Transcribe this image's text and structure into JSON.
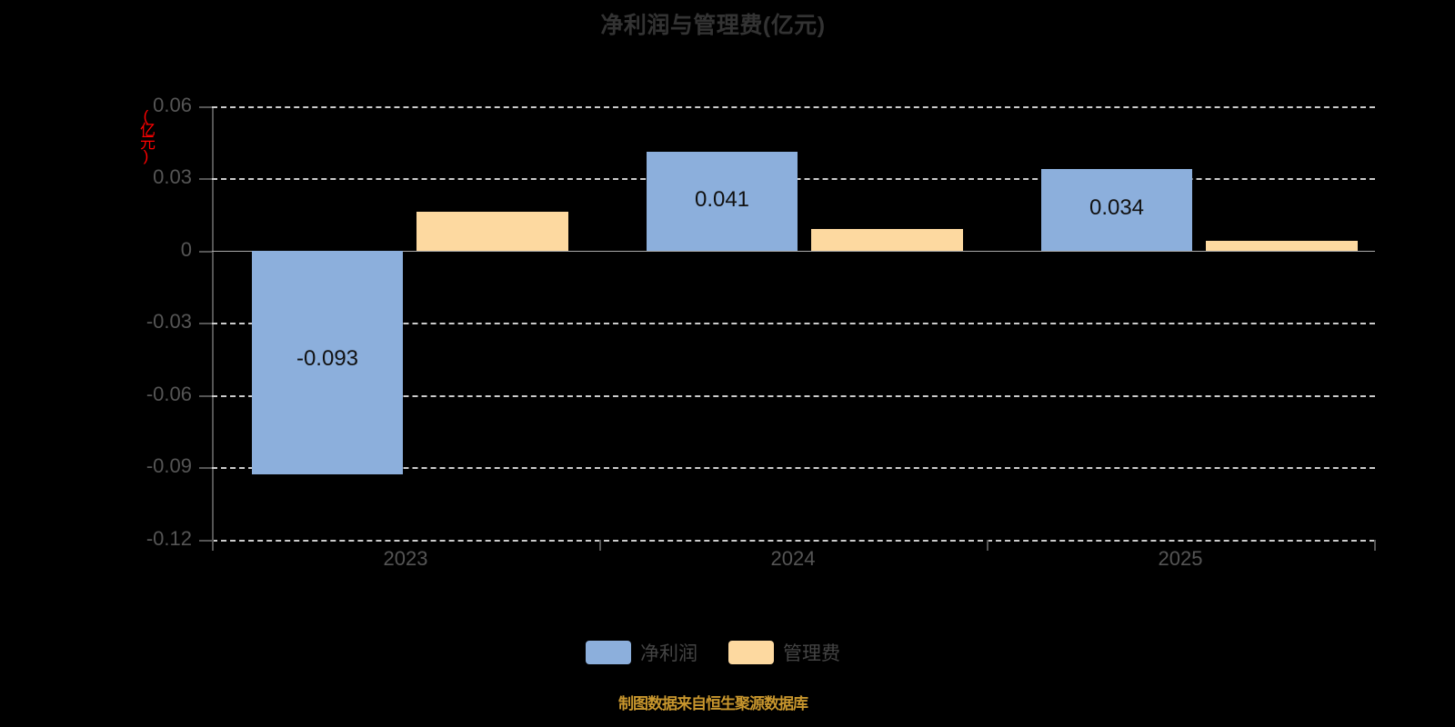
{
  "chart_data": {
    "type": "bar",
    "title": "净利润与管理费(亿元)",
    "xlabel": "",
    "ylabel": "(亿元)",
    "ylim": [
      -0.12,
      0.06
    ],
    "yticks": [
      0.06,
      0.03,
      0,
      -0.03,
      -0.06,
      -0.09,
      -0.12
    ],
    "ytick_labels": [
      "0.06",
      "0.03",
      "0",
      "-0.03",
      "-0.06",
      "-0.09",
      "-0.12"
    ],
    "categories": [
      "2023",
      "2024",
      "2025"
    ],
    "grid": true,
    "legend_position": "bottom",
    "series": [
      {
        "name": "净利润",
        "color": "#8cafdc",
        "values": [
          -0.093,
          0.041,
          0.034
        ],
        "labels": [
          "-0.093",
          "0.041",
          "0.034"
        ]
      },
      {
        "name": "管理费",
        "color": "#fdd9a0",
        "values": [
          0.016,
          0.009,
          0.004
        ],
        "labels": [
          "",
          "",
          ""
        ]
      }
    ],
    "annotations": {
      "footer": "制图数据来自恒生聚源数据库",
      "y_unit": "(亿元)"
    }
  },
  "legend": {
    "items": [
      {
        "label": "净利润",
        "color": "#8cafdc"
      },
      {
        "label": "管理费",
        "color": "#fdd9a0"
      }
    ]
  },
  "footer": {
    "source_note": "制图数据来自恒生聚源数据库"
  },
  "colors": {
    "background": "#000000",
    "title": "#333333",
    "axis": "#555555",
    "grid": "#cccccc",
    "net_profit": "#8cafdc",
    "admin_expense": "#fdd9a0",
    "unit_label": "#ff0000",
    "footer": "#c8962d"
  }
}
